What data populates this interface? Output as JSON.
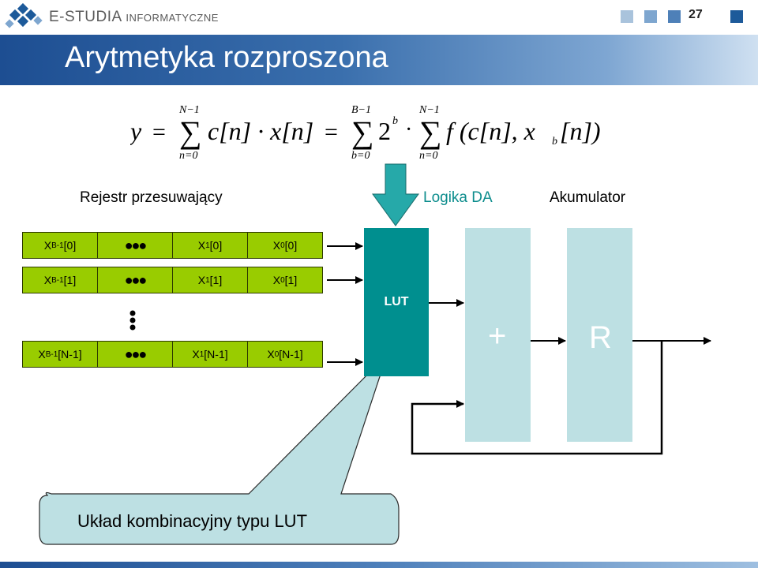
{
  "header": {
    "logo_main": "E-STUDIA",
    "logo_sub": "INFORMATYCZNE",
    "page_number": "27",
    "squares": [
      "#a9c3dc",
      "#7ea6cf",
      "#4e80b8",
      "#1d5a9a"
    ]
  },
  "title": "Arytmetyka rozproszona",
  "labels": {
    "shift_register": "Rejestr przesuwający",
    "logic": "Logika DA",
    "accumulator": "Akumulator",
    "lut": "LUT",
    "adder": "+",
    "register": "R"
  },
  "register_rows": [
    {
      "msb": "X",
      "msb_sub": "B-1",
      "msb_idx": "[0]",
      "dots": "●●●",
      "x1": "X",
      "x1_sub": "1",
      "x1_idx": "[0]",
      "x0": "X",
      "x0_sub": "0",
      "x0_idx": "[0]"
    },
    {
      "msb": "X",
      "msb_sub": "B-1",
      "msb_idx": "[1]",
      "dots": "●●●",
      "x1": "X",
      "x1_sub": "1",
      "x1_idx": "[1]",
      "x0": "X",
      "x0_sub": "0",
      "x0_idx": "[1]"
    },
    {
      "msb": "X",
      "msb_sub": "B-1",
      "msb_idx": "[N-1]",
      "dots": "●●●",
      "x1": "X",
      "x1_sub": "1",
      "x1_idx": "[N-1]",
      "x0": "X",
      "x0_sub": "0",
      "x0_idx": "[N-1]"
    }
  ],
  "callout": "Układ kombinacyjny typu LUT",
  "formula": {
    "y": "y",
    "eq": "=",
    "sum_upper_n": "N−1",
    "sum_lower_n": "n=0",
    "sum_upper_b": "B−1",
    "sum_lower_b": "b=0",
    "sigma": "∑",
    "term1": "c[n] · x[n]",
    "two": "2",
    "b": "b",
    "dot": "·",
    "f": "f (c[n], x",
    "f_sub": "b",
    "f_end": "[n])"
  },
  "colors": {
    "title_bar": "#1d4e92",
    "register_cell": "#99cc00",
    "lut": "#008f8f",
    "blocks": "#bde0e3",
    "callout": "#bde0e3",
    "arrow": "#26a9a9"
  }
}
